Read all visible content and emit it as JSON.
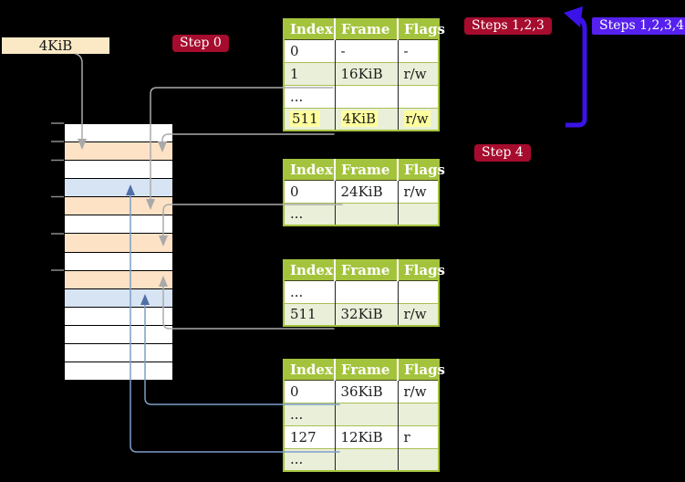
{
  "frame_label": "4KiB",
  "badges": {
    "step0": "Step 0",
    "steps123": "Steps 1,2,3",
    "steps1234": "Steps 1,2,3,4",
    "step4": "Step 4"
  },
  "memory_strip": {
    "rows": [
      "white",
      "orange",
      "white",
      "blue",
      "orange",
      "white",
      "orange",
      "white",
      "orange",
      "blue",
      "white",
      "white",
      "white",
      "white"
    ]
  },
  "tables": [
    {
      "name": "page-table-level-1",
      "headers": [
        "Index",
        "Frame",
        "Flags"
      ],
      "rows": [
        {
          "cells": [
            "0",
            "-",
            "-"
          ]
        },
        {
          "cells": [
            "1",
            "16KiB",
            "r/w"
          ]
        },
        {
          "cells": [
            "...",
            "",
            ""
          ]
        },
        {
          "cells": [
            "511",
            "4KiB",
            "r/w"
          ],
          "highlight": true
        }
      ]
    },
    {
      "name": "page-table-level-2",
      "headers": [
        "Index",
        "Frame",
        "Flags"
      ],
      "rows": [
        {
          "cells": [
            "0",
            "24KiB",
            "r/w"
          ]
        },
        {
          "cells": [
            "...",
            "",
            ""
          ]
        }
      ]
    },
    {
      "name": "page-table-level-3",
      "headers": [
        "Index",
        "Frame",
        "Flags"
      ],
      "rows": [
        {
          "cells": [
            "...",
            "",
            ""
          ]
        },
        {
          "cells": [
            "511",
            "32KiB",
            "r/w"
          ]
        }
      ]
    },
    {
      "name": "page-table-level-4",
      "headers": [
        "Index",
        "Frame",
        "Flags"
      ],
      "rows": [
        {
          "cells": [
            "0",
            "36KiB",
            "r/w"
          ]
        },
        {
          "cells": [
            "...",
            "",
            ""
          ]
        },
        {
          "cells": [
            "127",
            "12KiB",
            "r"
          ]
        },
        {
          "cells": [
            "...",
            "",
            ""
          ]
        }
      ]
    }
  ],
  "colors": {
    "table_header_green": "#a4c33c",
    "row_tint_green": "#e9efd8",
    "highlight_yellow": "#ffff9e",
    "frame_label_wheat": "#fbe9c6",
    "badge_crimson": "#a60c2e",
    "badge_blue": "#5621ef",
    "thick_arrow_blue": "#3b13e8",
    "connector_gray": "#ababab",
    "connector_blue": "#7d9ec9",
    "memory_row_orange": "#fde2c6",
    "memory_row_blue": "#d7e4f4"
  }
}
